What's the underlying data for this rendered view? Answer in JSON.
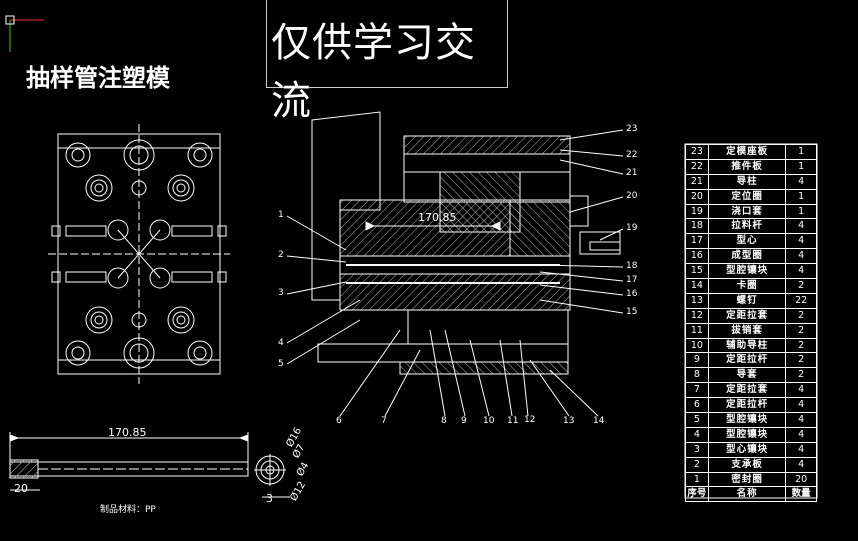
{
  "watermark": "仅供学习交流",
  "title": "抽样管注塑模",
  "dim_main": "170.85",
  "dim_part_length": "170.85",
  "dim_part_20": "20",
  "dim_part_3": "3",
  "dia_16": "Ø16",
  "dia_7": "Ø7",
  "dia_4": "Ø4",
  "dia_12": "Ø12",
  "material_note": "制品材料：PP",
  "callouts_left": [
    "1",
    "2",
    "3",
    "4",
    "5"
  ],
  "callouts_bottom": [
    "6",
    "7",
    "8",
    "9",
    "10",
    "11",
    "12",
    "13",
    "14"
  ],
  "callouts_right": [
    "23",
    "22",
    "21",
    "20",
    "19",
    "18",
    "17",
    "16",
    "15"
  ],
  "bom_rows": [
    {
      "no": "23",
      "name": "定模座板",
      "qty": "1"
    },
    {
      "no": "22",
      "name": "推件板",
      "qty": "1"
    },
    {
      "no": "21",
      "name": "导柱",
      "qty": "4"
    },
    {
      "no": "20",
      "name": "定位圈",
      "qty": "1"
    },
    {
      "no": "19",
      "name": "浇口套",
      "qty": "1"
    },
    {
      "no": "18",
      "name": "拉料杆",
      "qty": "4"
    },
    {
      "no": "17",
      "name": "型心",
      "qty": "4"
    },
    {
      "no": "16",
      "name": "成型圈",
      "qty": "4"
    },
    {
      "no": "15",
      "name": "型腔镶块",
      "qty": "4"
    },
    {
      "no": "14",
      "name": "卡圈",
      "qty": "2"
    },
    {
      "no": "13",
      "name": "螺钉",
      "qty": "22"
    },
    {
      "no": "12",
      "name": "定距拉套",
      "qty": "2"
    },
    {
      "no": "11",
      "name": "拔销套",
      "qty": "2"
    },
    {
      "no": "10",
      "name": "辅助导柱",
      "qty": "2"
    },
    {
      "no": "9",
      "name": "定距拉杆",
      "qty": "2"
    },
    {
      "no": "8",
      "name": "导套",
      "qty": "2"
    },
    {
      "no": "7",
      "name": "定距拉套",
      "qty": "4"
    },
    {
      "no": "6",
      "name": "定距拉杆",
      "qty": "4"
    },
    {
      "no": "5",
      "name": "型腔镶块",
      "qty": "4"
    },
    {
      "no": "4",
      "name": "型腔镶块",
      "qty": "4"
    },
    {
      "no": "3",
      "name": "型心镶块",
      "qty": "4"
    },
    {
      "no": "2",
      "name": "支承板",
      "qty": "4"
    },
    {
      "no": "1",
      "name": "密封圈",
      "qty": "20"
    }
  ],
  "bom_header": {
    "no": "序号",
    "name": "名称",
    "qty": "数量"
  }
}
